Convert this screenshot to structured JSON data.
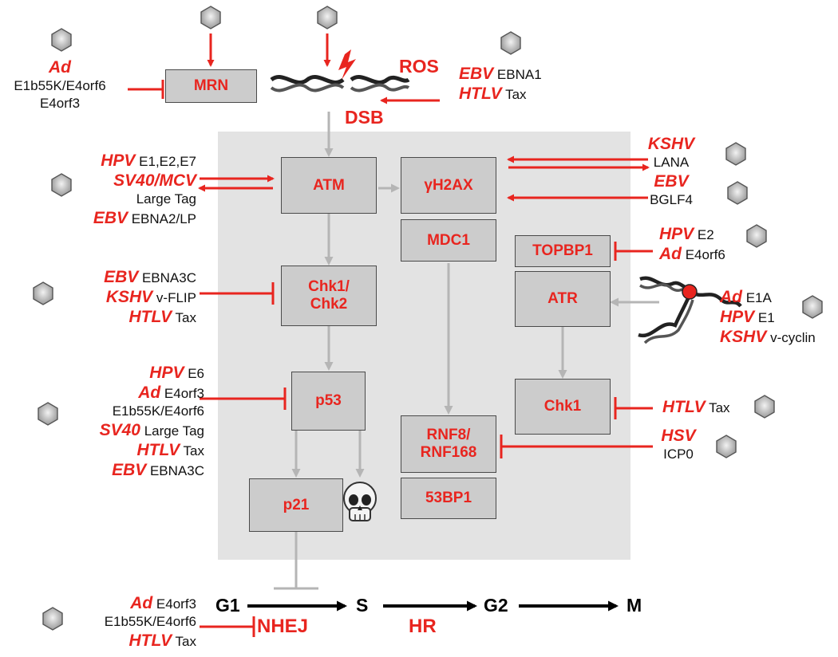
{
  "colors": {
    "accent": "#e8251f",
    "node_fill": "#cccccc",
    "panel": "#e3e3e3",
    "inhibit_gray": "#b5b5b5"
  },
  "icons": [
    "virus-icon",
    "dna-icon",
    "skull-icon",
    "lightning-icon"
  ],
  "nodes": {
    "mrn": "MRN",
    "atm": "ATM",
    "h2ax": "γH2AX",
    "mdc1": "MDC1",
    "topbp1": "TOPBP1",
    "atr": "ATR",
    "chk12_a": "Chk1/",
    "chk12_b": "Chk2",
    "chk1": "Chk1",
    "p53": "p53",
    "p21": "p21",
    "rnf_a": "RNF8/",
    "rnf_b": "RNF168",
    "bp53": "53BP1"
  },
  "labels": {
    "dsb": "DSB",
    "ros": "ROS",
    "nhej": "NHEJ",
    "hr": "HR"
  },
  "phases": [
    "G1",
    "S",
    "G2",
    "M"
  ],
  "groups": {
    "mrn": [
      {
        "virus": "Ad",
        "protein": ""
      },
      {
        "virus": "",
        "protein": "E1b55K/E4orf6"
      },
      {
        "virus": "",
        "protein": "E4orf3"
      }
    ],
    "ros": [
      {
        "virus": "EBV",
        "protein": "EBNA1"
      },
      {
        "virus": "HTLV",
        "protein": "Tax"
      }
    ],
    "atm": [
      {
        "virus": "HPV",
        "protein": "E1,E2,E7"
      },
      {
        "virus": "SV40/MCV",
        "protein": ""
      },
      {
        "virus": "",
        "protein": "Large Tag"
      },
      {
        "virus": "EBV",
        "protein": "EBNA2/LP"
      }
    ],
    "h2ax": [
      {
        "virus": "KSHV",
        "protein": ""
      },
      {
        "virus": "",
        "protein": "LANA"
      },
      {
        "virus": "EBV",
        "protein": ""
      },
      {
        "virus": "",
        "protein": "BGLF4"
      }
    ],
    "topbp1": [
      {
        "virus": "HPV",
        "protein": "E2"
      },
      {
        "virus": "Ad",
        "protein": "E4orf6"
      }
    ],
    "chk2": [
      {
        "virus": "EBV",
        "protein": "EBNA3C"
      },
      {
        "virus": "KSHV",
        "protein": "v-FLIP"
      },
      {
        "virus": "HTLV",
        "protein": "Tax"
      }
    ],
    "atr": [
      {
        "virus": "Ad",
        "protein": "E1A"
      },
      {
        "virus": "HPV",
        "protein": "E1"
      },
      {
        "virus": "KSHV",
        "protein": "v-cyclin"
      }
    ],
    "p53": [
      {
        "virus": "HPV",
        "protein": "E6"
      },
      {
        "virus": "Ad",
        "protein": "E4orf3"
      },
      {
        "virus": "",
        "protein": "E1b55K/E4orf6"
      },
      {
        "virus": "SV40",
        "protein": "Large Tag"
      },
      {
        "virus": "HTLV",
        "protein": "Tax"
      },
      {
        "virus": "EBV",
        "protein": "EBNA3C"
      }
    ],
    "chk1": [
      {
        "virus": "HTLV",
        "protein": "Tax"
      }
    ],
    "rnf": [
      {
        "virus": "HSV",
        "protein": ""
      },
      {
        "virus": "",
        "protein": "ICP0"
      }
    ],
    "nhej": [
      {
        "virus": "Ad",
        "protein": "E4orf3"
      },
      {
        "virus": "",
        "protein": "E1b55K/E4orf6"
      },
      {
        "virus": "HTLV",
        "protein": "Tax"
      }
    ]
  }
}
